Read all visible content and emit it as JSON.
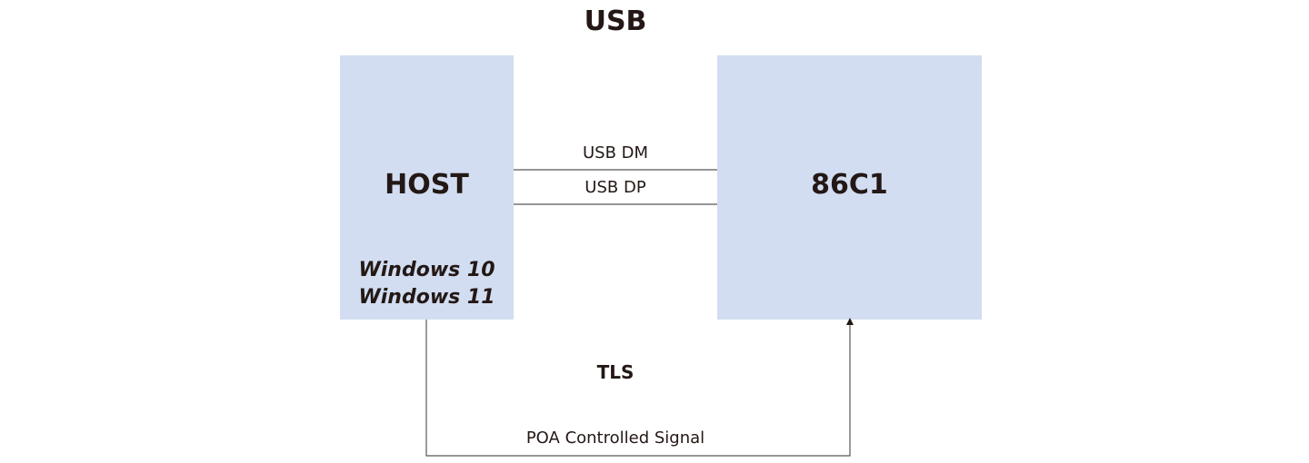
{
  "diagram": {
    "title": "USB",
    "host": {
      "label": "HOST",
      "os": [
        "Windows 10",
        "Windows 11"
      ]
    },
    "device": {
      "label": "86C1"
    },
    "signals": {
      "usb_dm": "USB DM",
      "usb_dp": "USB DP",
      "tls": "TLS",
      "poa": "POA Controlled Signal"
    },
    "colors": {
      "block_fill": "#d2ddf1",
      "line": "#595757",
      "text": "#231815"
    }
  }
}
